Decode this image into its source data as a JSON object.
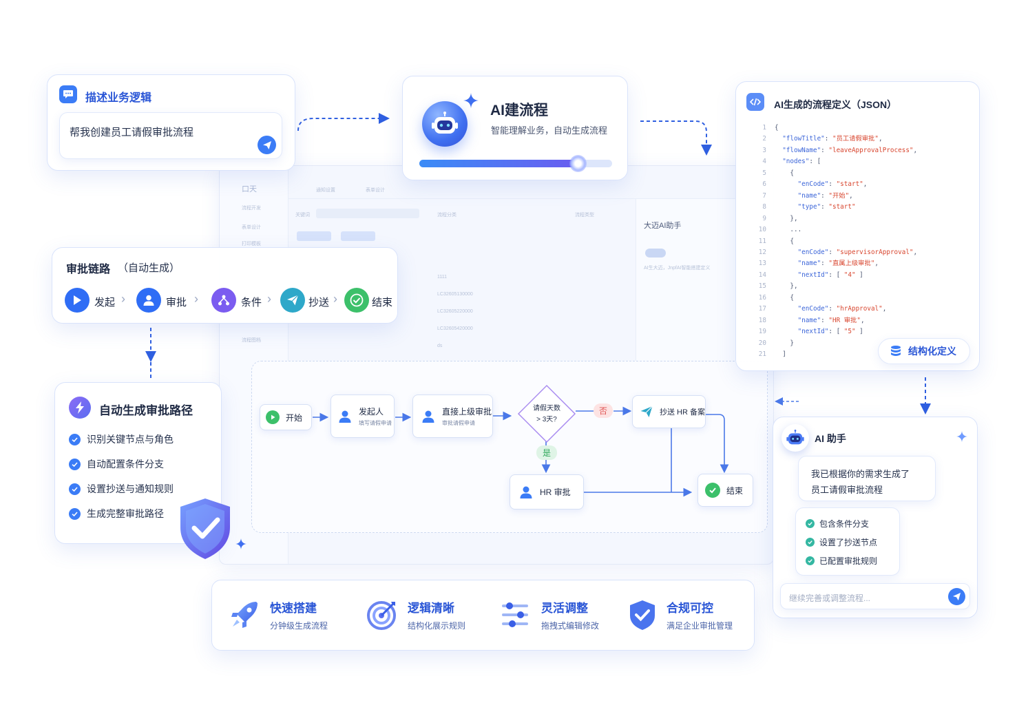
{
  "describe": {
    "title": "描述业务逻辑",
    "prompt": "帮我创建员工请假审批流程"
  },
  "ai_build": {
    "title": "AI建流程",
    "subtitle": "智能理解业务，自动生成流程",
    "progress": 0.82
  },
  "json_panel": {
    "title": "AI生成的流程定义（JSON）",
    "badge": "结构化定义",
    "lines": [
      {
        "n": "1",
        "parts": [
          [
            "p",
            "{"
          ]
        ]
      },
      {
        "n": "2",
        "parts": [
          [
            "k",
            "  \"flowTitle\""
          ],
          [
            "p",
            ": "
          ],
          [
            "s",
            "\"员工请假审批\""
          ],
          [
            "p",
            ","
          ]
        ]
      },
      {
        "n": "3",
        "parts": [
          [
            "k",
            "  \"flowName\""
          ],
          [
            "p",
            ": "
          ],
          [
            "s",
            "\"leaveApprovalProcess\""
          ],
          [
            "p",
            ","
          ]
        ]
      },
      {
        "n": "4",
        "parts": [
          [
            "k",
            "  \"nodes\""
          ],
          [
            "p",
            ": ["
          ]
        ]
      },
      {
        "n": "5",
        "parts": [
          [
            "p",
            "    {"
          ]
        ]
      },
      {
        "n": "6",
        "parts": [
          [
            "k",
            "      \"enCode\""
          ],
          [
            "p",
            ": "
          ],
          [
            "s",
            "\"start\""
          ],
          [
            "p",
            ","
          ]
        ]
      },
      {
        "n": "7",
        "parts": [
          [
            "k",
            "      \"name\""
          ],
          [
            "p",
            ": "
          ],
          [
            "s",
            "\"开始\""
          ],
          [
            "p",
            ","
          ]
        ]
      },
      {
        "n": "8",
        "parts": [
          [
            "k",
            "      \"type\""
          ],
          [
            "p",
            ": "
          ],
          [
            "s",
            "\"start\""
          ]
        ]
      },
      {
        "n": "9",
        "parts": [
          [
            "p",
            "    },"
          ]
        ]
      },
      {
        "n": "10",
        "parts": [
          [
            "p",
            "    ..."
          ]
        ]
      },
      {
        "n": "11",
        "parts": [
          [
            "p",
            "    {"
          ]
        ]
      },
      {
        "n": "12",
        "parts": [
          [
            "k",
            "      \"enCode\""
          ],
          [
            "p",
            ": "
          ],
          [
            "s",
            "\"supervisorApproval\""
          ],
          [
            "p",
            ","
          ]
        ]
      },
      {
        "n": "13",
        "parts": [
          [
            "k",
            "      \"name\""
          ],
          [
            "p",
            ": "
          ],
          [
            "s",
            "\"直属上级审批\""
          ],
          [
            "p",
            ","
          ]
        ]
      },
      {
        "n": "14",
        "parts": [
          [
            "k",
            "      \"nextId\""
          ],
          [
            "p",
            ": [ "
          ],
          [
            "s",
            "\"4\""
          ],
          [
            "p",
            " ]"
          ]
        ]
      },
      {
        "n": "15",
        "parts": [
          [
            "p",
            "    },"
          ]
        ]
      },
      {
        "n": "16",
        "parts": [
          [
            "p",
            "    {"
          ]
        ]
      },
      {
        "n": "17",
        "parts": [
          [
            "k",
            "      \"enCode\""
          ],
          [
            "p",
            ": "
          ],
          [
            "s",
            "\"hrApproval\""
          ],
          [
            "p",
            ","
          ]
        ]
      },
      {
        "n": "18",
        "parts": [
          [
            "k",
            "      \"name\""
          ],
          [
            "p",
            ": "
          ],
          [
            "s",
            "\"HR 审批\""
          ],
          [
            "p",
            ","
          ]
        ]
      },
      {
        "n": "19",
        "parts": [
          [
            "k",
            "      \"nextId\""
          ],
          [
            "p",
            ": [ "
          ],
          [
            "s",
            "\"5\""
          ],
          [
            "p",
            " ]"
          ]
        ]
      },
      {
        "n": "20",
        "parts": [
          [
            "p",
            "    }"
          ]
        ]
      },
      {
        "n": "21",
        "parts": [
          [
            "p",
            "  ]"
          ]
        ]
      }
    ]
  },
  "chain": {
    "title": "审批链路",
    "suffix": "（自动生成）",
    "steps": [
      "发起",
      "审批",
      "条件",
      "抄送",
      "结束"
    ]
  },
  "auto_path": {
    "title": "自动生成审批路径",
    "items": [
      "识别关键节点与角色",
      "自动配置条件分支",
      "设置抄送与通知规则",
      "生成完整审批路径"
    ]
  },
  "flow": {
    "start": "开始",
    "initiator": "发起人",
    "initiator_sub": "填写请假申请",
    "supervisor": "直接上级审批",
    "supervisor_sub": "审批请假申请",
    "condition_line1": "请假天数",
    "condition_line2": "> 3天?",
    "no": "否",
    "yes": "是",
    "cc": "抄送 HR 备案",
    "hr": "HR 审批",
    "end": "结束"
  },
  "bg_app": {
    "brand": "口天",
    "tab1": "通知设置",
    "tab2": "表单设计",
    "assistant": "大迈AI助手",
    "assistant_sub": "AI生大迈，JnpfAI智能搭建定义",
    "menu": [
      "流程开发",
      "表单设计",
      "打印模板",
      "",
      "",
      "",
      "",
      "",
      "流程图档"
    ],
    "labels": [
      "关键词",
      "流程分类",
      "流程类型"
    ],
    "rows": [
      "1111",
      "LC32605130000",
      "LC32605220000",
      "LC32605420000",
      "ds"
    ]
  },
  "assistant": {
    "title": "AI 助手",
    "msg_line1": "我已根据你的需求生成了",
    "msg_line2": "员工请假审批流程",
    "checks": [
      "包含条件分支",
      "设置了抄送节点",
      "已配置审批规则"
    ],
    "placeholder": "继续完善或调整流程..."
  },
  "features": [
    {
      "title": "快速搭建",
      "sub": "分钟级生成流程"
    },
    {
      "title": "逻辑清晰",
      "sub": "结构化展示规则"
    },
    {
      "title": "灵活调整",
      "sub": "拖拽式编辑修改"
    },
    {
      "title": "合规可控",
      "sub": "满足企业审批管理"
    }
  ],
  "colors": {
    "primary": "#3b7cf6",
    "purple": "#7b5cf0",
    "green": "#3cc06a",
    "teal": "#2ea8c9",
    "title": "#2a56d6"
  }
}
